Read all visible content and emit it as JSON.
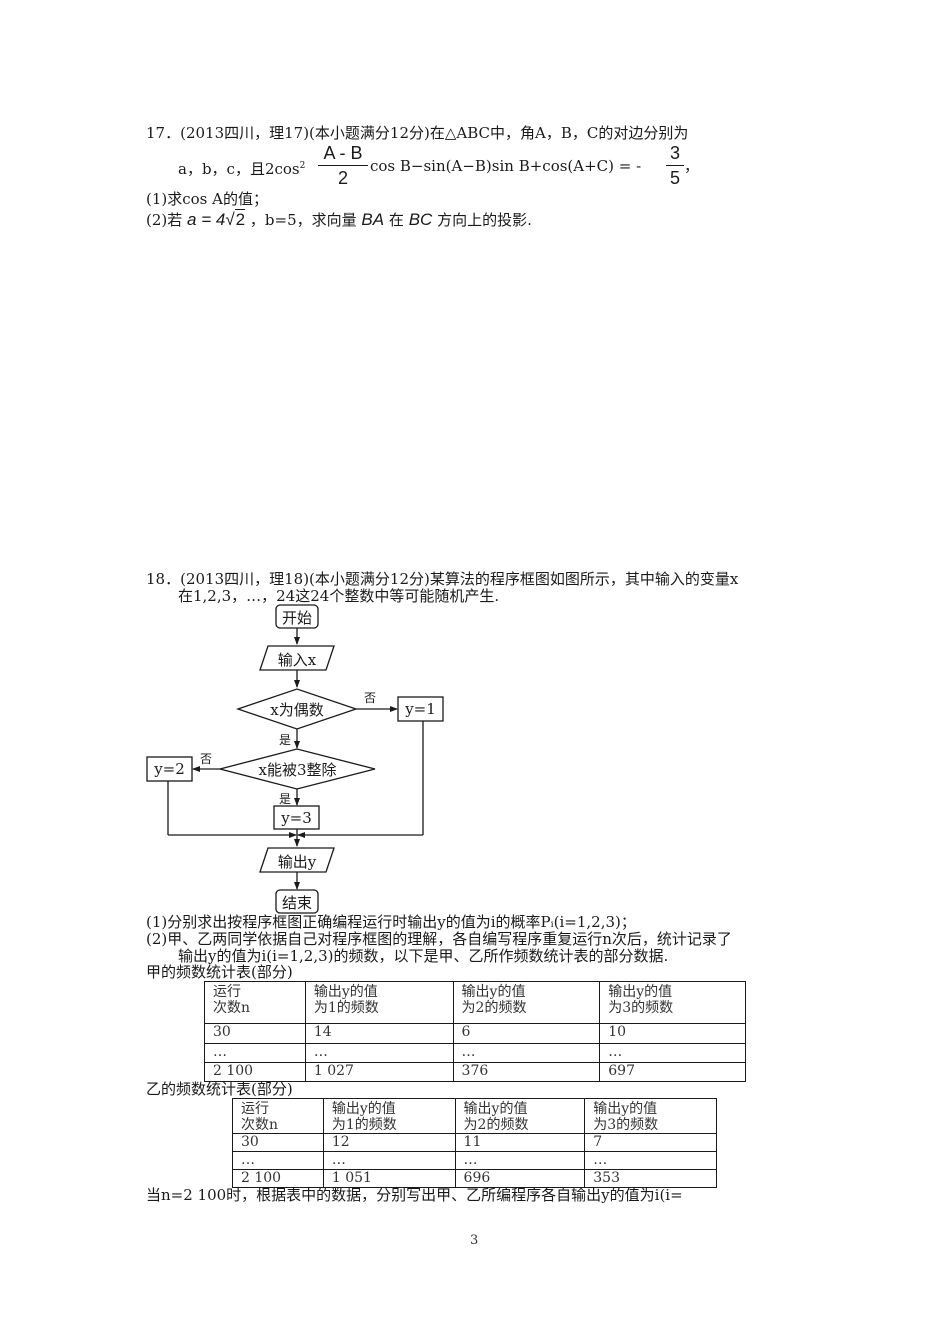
{
  "q17": {
    "line1": "17．(2013四川，理17)(本小题满分12分)在△ABC中，角A，B，C的对边分别为",
    "line2_prefix": "a，b，c，且2cos",
    "line2_sup": "2",
    "frac1_num": "A - B",
    "frac1_den": "2",
    "line2_mid": "cos B−sin(A−B)sin B+cos(A+C) = -",
    "frac2_num": "3",
    "frac2_den": "5",
    "line2_suffix": "，",
    "part1": "(1)求cos A的值；",
    "part2_prefix": "(2)若",
    "part2_a": "a = 4",
    "part2_sqrt": "2",
    "part2_mid": "，b=5，求向量",
    "part2_vec1": "BA",
    "part2_in": "在",
    "part2_vec2": "BC",
    "part2_suffix": "方向上的投影."
  },
  "q18": {
    "line1": "18．(2013四川，理18)(本小题满分12分)某算法的程序框图如图所示，其中输入的变量x",
    "line2": "在1,2,3，…，24这24个整数中等可能随机产生.",
    "flowchart": {
      "start": "开始",
      "input": "输入x",
      "decision1": "x为偶数",
      "no1": "否",
      "y1": "y=1",
      "yes1": "是",
      "decision2": "x能被3整除",
      "no2": "否",
      "y2": "y=2",
      "yes2": "是",
      "y3": "y=3",
      "output": "输出y",
      "end": "结束"
    },
    "part1": "(1)分别求出按程序框图正确编程运行时输出y的值为i的概率Pᵢ(i=1,2,3)；",
    "part2_line1": "(2)甲、乙两同学依据自己对程序框图的理解，各自编写程序重复运行n次后，统计记录了",
    "part2_line2": "输出y的值为i(i=1,2,3)的频数，以下是甲、乙所作频数统计表的部分数据.",
    "table_jia_title": "甲的频数统计表(部分)",
    "table_yi_title": "乙的频数统计表(部分)",
    "table_headers": [
      [
        "运行",
        "次数n"
      ],
      [
        "输出y的值",
        "为1的频数"
      ],
      [
        "输出y的值",
        "为2的频数"
      ],
      [
        "输出y的值",
        "为3的频数"
      ]
    ],
    "table_jia_rows": [
      [
        "30",
        "14",
        "6",
        "10"
      ],
      [
        "…",
        "…",
        "…",
        "…"
      ],
      [
        "2 100",
        "1 027",
        "376",
        "697"
      ]
    ],
    "table_yi_rows": [
      [
        "30",
        "12",
        "11",
        "7"
      ],
      [
        "…",
        "…",
        "…",
        "…"
      ],
      [
        "2 100",
        "1 051",
        "696",
        "353"
      ]
    ],
    "last_line": "当n=2 100时，根据表中的数据，分别写出甲、乙所编程序各自输出y的值为i(i="
  },
  "page_number": "3"
}
